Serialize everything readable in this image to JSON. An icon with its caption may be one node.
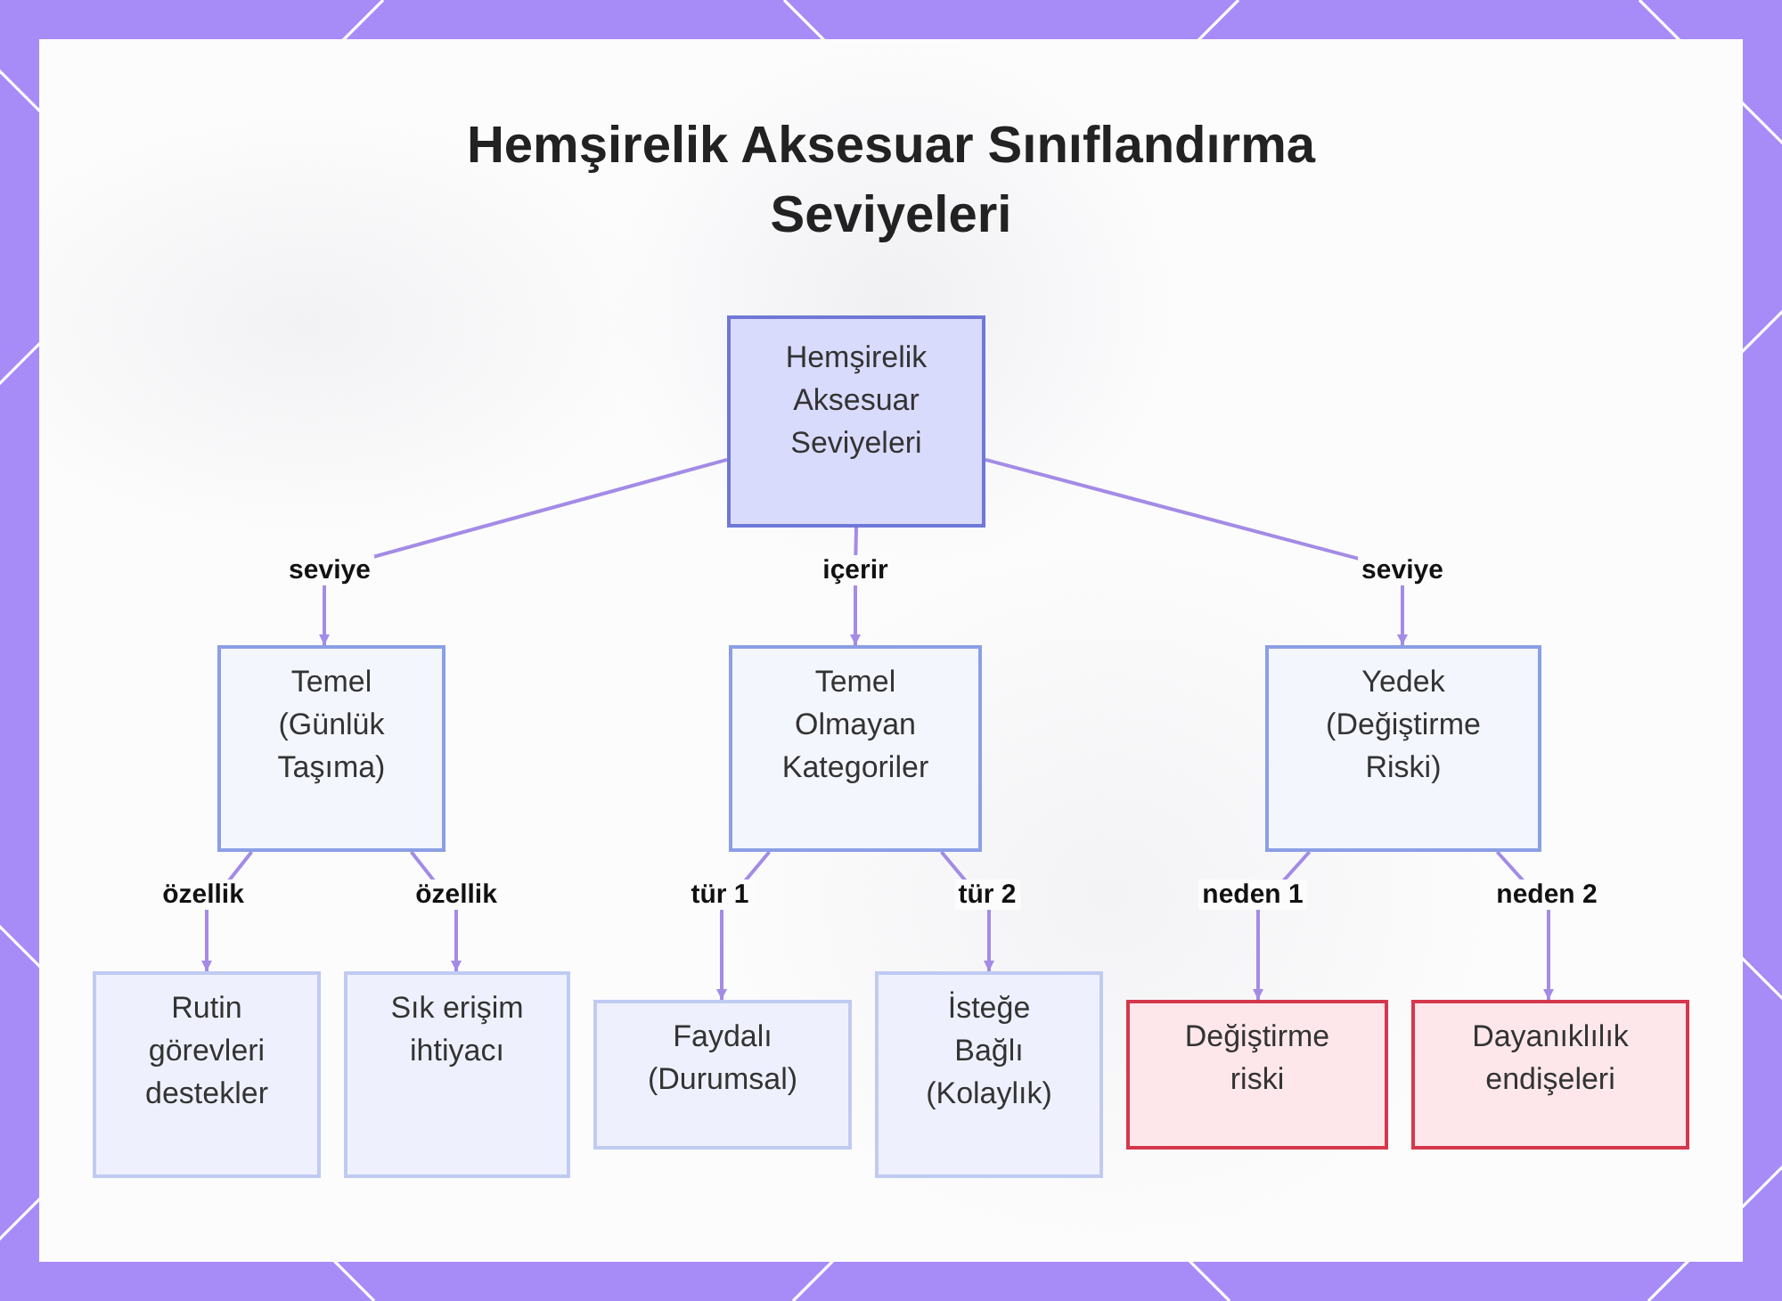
{
  "diagram": {
    "title": "Hemşirelik Aksesuar Sınıflandırma Seviyeleri",
    "nodes": [
      {
        "text": [
          "Hemşirelik Aksesuar Seviyeleri"
        ]
      },
      {
        "text": [
          "Temel (Günlük Taşıma)"
        ]
      },
      {
        "text": [
          "Temel Olmayan Kategoriler"
        ]
      },
      {
        "text": [
          "Yedek (Değiştirme Riski)"
        ]
      },
      {
        "text": [
          "Rutin görevleri destekler"
        ]
      },
      {
        "text": [
          "Sık erişim ihtiyacı"
        ]
      },
      {
        "text": [
          "Faydalı (Durumsal)"
        ]
      },
      {
        "text": [
          "İsteğe Bağlı (Kolaylık)"
        ]
      },
      {
        "text": [
          "Değiştirme riski"
        ]
      },
      {
        "text": [
          "Dayanıklılık endişeleri"
        ]
      }
    ],
    "edges": [
      {
        "from": 0,
        "to": 1,
        "arrow": "to",
        "label": "seviye"
      },
      {
        "from": 0,
        "to": 2,
        "arrow": "to",
        "label": "içerir"
      },
      {
        "from": 0,
        "to": 3,
        "arrow": "to",
        "label": "seviye"
      },
      {
        "from": 1,
        "to": 4,
        "arrow": "to",
        "label": "özellik"
      },
      {
        "from": 1,
        "to": 5,
        "arrow": "to",
        "label": "özellik"
      },
      {
        "from": 2,
        "to": 6,
        "arrow": "to",
        "label": "tür 1"
      },
      {
        "from": 2,
        "to": 7,
        "arrow": "to",
        "label": "tür 2"
      },
      {
        "from": 3,
        "to": 8,
        "arrow": "to",
        "label": "neden 1"
      },
      {
        "from": 3,
        "to": 9,
        "arrow": "to",
        "label": "neden 2"
      }
    ]
  }
}
